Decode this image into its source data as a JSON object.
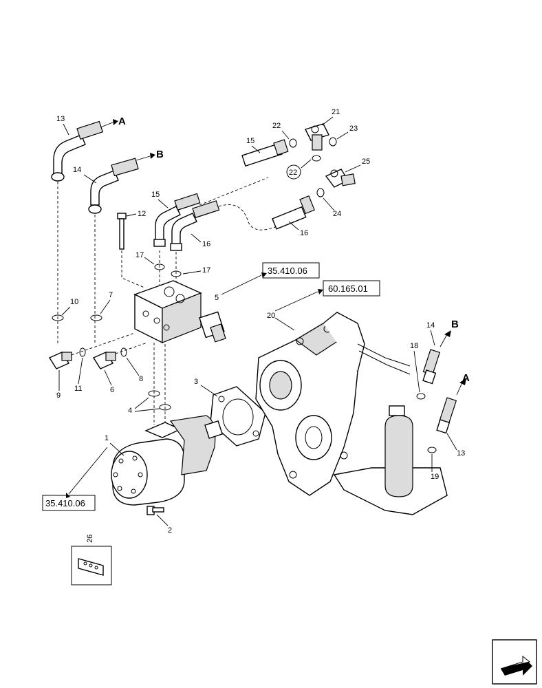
{
  "callouts": {
    "c1": "1",
    "c2": "2",
    "c3": "3",
    "c4": "4",
    "c5": "5",
    "c6": "6",
    "c7": "7",
    "c8": "8",
    "c9": "9",
    "c10": "10",
    "c11": "11",
    "c12": "12",
    "c13a": "13",
    "c13b": "13",
    "c14a": "14",
    "c14b": "14",
    "c15a": "15",
    "c15b": "15",
    "c16a": "16",
    "c16b": "16",
    "c17a": "17",
    "c17b": "17",
    "c18": "18",
    "c19": "19",
    "c20": "20",
    "c21": "21",
    "c22a": "22",
    "c22b": "22",
    "c23": "23",
    "c24": "24",
    "c25": "25",
    "c26": "26"
  },
  "letters": {
    "a_top": "A",
    "b_top": "B",
    "a_right": "A",
    "b_right": "B"
  },
  "references": {
    "ref_valve": "35.410.06",
    "ref_gearbox": "60.165.01",
    "ref_motor": "35.410.06"
  },
  "nav_icon": "next-page-arrow-icon"
}
